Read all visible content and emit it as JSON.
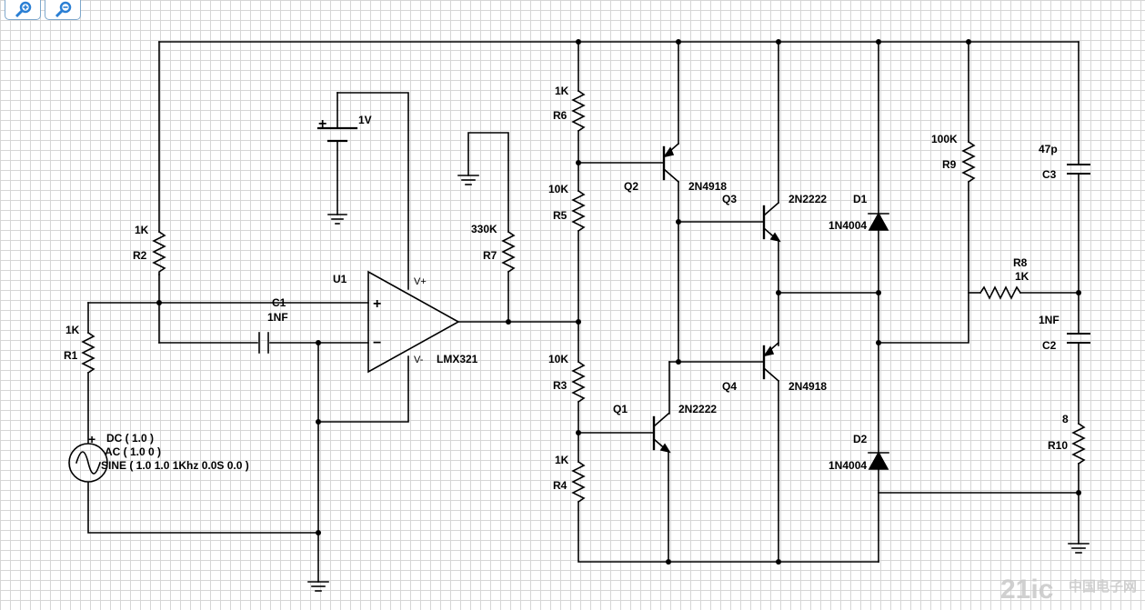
{
  "toolbar": {
    "zoom_in": "zoom-in-icon",
    "zoom_out": "zoom-out-icon"
  },
  "components": {
    "R1": {
      "name": "R1",
      "value": "1K"
    },
    "R2": {
      "name": "R2",
      "value": "1K"
    },
    "R3": {
      "name": "R3",
      "value": "10K"
    },
    "R4": {
      "name": "R4",
      "value": "1K"
    },
    "R5": {
      "name": "R5",
      "value": "10K"
    },
    "R6": {
      "name": "R6",
      "value": "1K"
    },
    "R7": {
      "name": "R7",
      "value": "330K"
    },
    "R8": {
      "name": "R8",
      "value": "1K"
    },
    "R9": {
      "name": "R9",
      "value": "100K"
    },
    "R10": {
      "name": "R10",
      "value": "8"
    },
    "C1": {
      "name": "C1",
      "value": "1NF"
    },
    "C2": {
      "name": "C2",
      "value": "1NF"
    },
    "C3": {
      "name": "C3",
      "value": "47p"
    },
    "Q1": {
      "name": "Q1",
      "model": "2N2222"
    },
    "Q2": {
      "name": "Q2",
      "model": "2N4918"
    },
    "Q3": {
      "name": "Q3",
      "model": "2N2222"
    },
    "Q4": {
      "name": "Q4",
      "model": "2N4918"
    },
    "D1": {
      "name": "D1",
      "model": "1N4004"
    },
    "D2": {
      "name": "D2",
      "model": "1N4004"
    },
    "U1": {
      "name": "U1",
      "model": "LMX321",
      "vplus": "V+",
      "vminus": "V-",
      "in_plus": "+",
      "in_minus": "−"
    },
    "battery": {
      "value": "1V",
      "plus": "+"
    },
    "source": {
      "dc": "DC ( 1.0 )",
      "ac": "AC ( 1.0 0 )",
      "sine": "SINE ( 1.0 1.0 1Khz 0.0S 0.0 )",
      "plus": "+"
    }
  },
  "watermark": {
    "text": "21ic",
    "sub": "中国电子网"
  },
  "colors": {
    "wire": "#000000",
    "grid": "#d6d6d6",
    "button_border": "#7fa8cc",
    "icon": "#2a7fd4"
  }
}
